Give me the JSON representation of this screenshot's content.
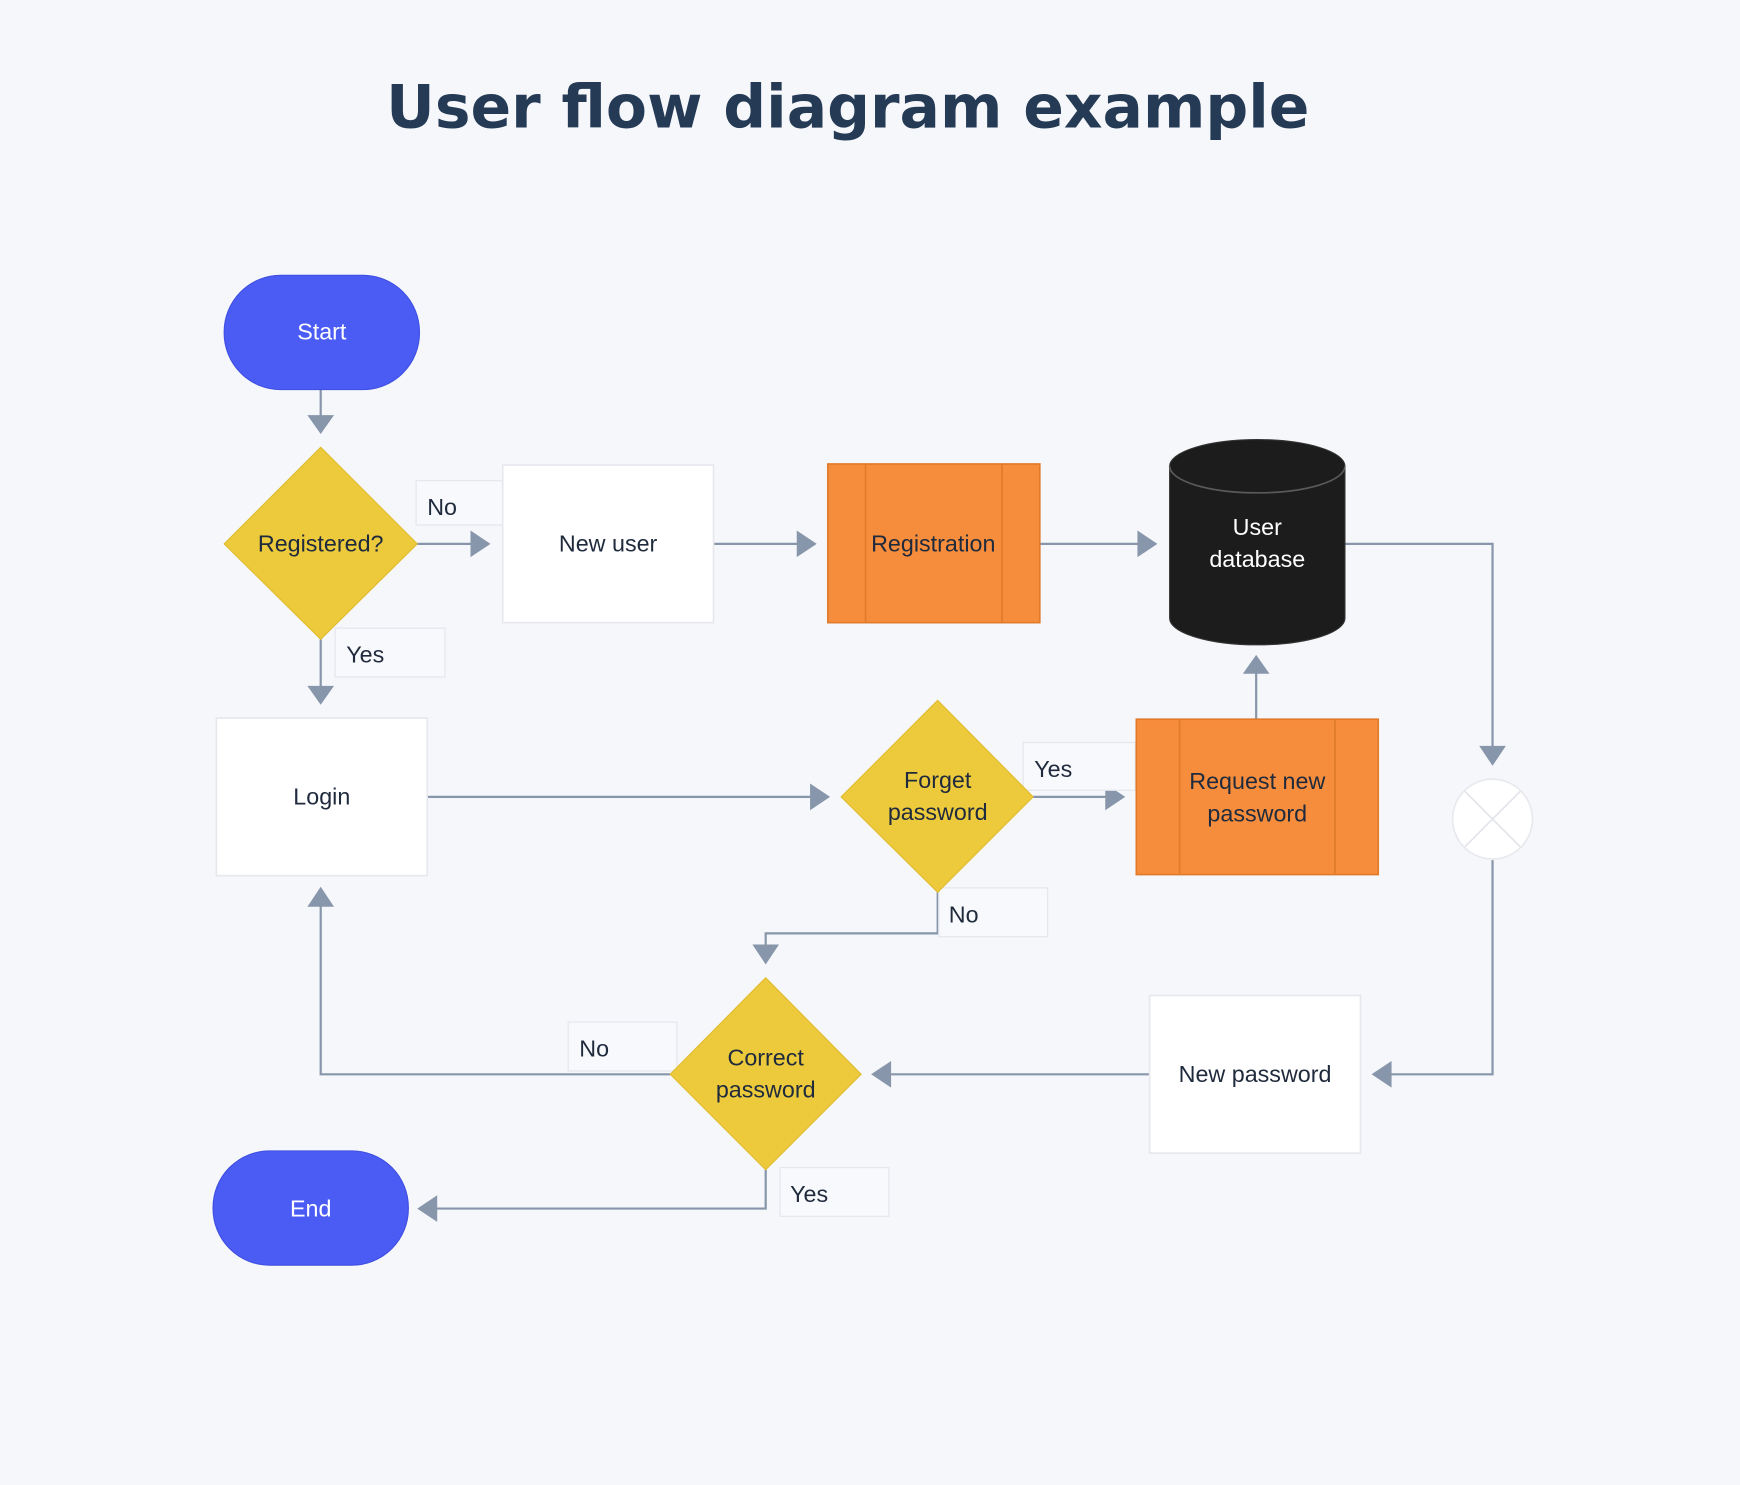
{
  "title": "User flow diagram example",
  "colors": {
    "background": "#f6f7fb",
    "terminal": "#4b5cf5",
    "decision": "#ecca3c",
    "process": "#f68d3c",
    "database": "#1c1c1c",
    "connector": "#8796aa",
    "title": "#243a55"
  },
  "nodes": {
    "start": {
      "label": "Start",
      "shape": "terminal"
    },
    "registered": {
      "label": "Registered?",
      "shape": "decision"
    },
    "new_user": {
      "label": "New user",
      "shape": "page"
    },
    "registration": {
      "label": "Registration",
      "shape": "subprocess"
    },
    "user_database": {
      "line1": "User",
      "line2": "database",
      "shape": "database"
    },
    "login": {
      "label": "Login",
      "shape": "page"
    },
    "forget_password": {
      "line1": "Forget",
      "line2": "password",
      "shape": "decision"
    },
    "request_new_password": {
      "line1": "Request new",
      "line2": "password",
      "shape": "subprocess"
    },
    "merge": {
      "label": "",
      "shape": "junction"
    },
    "new_password": {
      "label": "New password",
      "shape": "page"
    },
    "correct_password": {
      "line1": "Correct",
      "line2": "password",
      "shape": "decision"
    },
    "end": {
      "label": "End",
      "shape": "terminal"
    }
  },
  "edge_labels": {
    "registered_no": "No",
    "registered_yes": "Yes",
    "forget_yes": "Yes",
    "forget_no": "No",
    "correct_no": "No",
    "correct_yes": "Yes"
  },
  "edges": [
    {
      "from": "start",
      "to": "registered",
      "label": ""
    },
    {
      "from": "registered",
      "to": "new_user",
      "label": "No"
    },
    {
      "from": "registered",
      "to": "login",
      "label": "Yes"
    },
    {
      "from": "new_user",
      "to": "registration",
      "label": ""
    },
    {
      "from": "registration",
      "to": "user_database",
      "label": ""
    },
    {
      "from": "user_database",
      "to": "merge",
      "label": ""
    },
    {
      "from": "login",
      "to": "forget_password",
      "label": ""
    },
    {
      "from": "forget_password",
      "to": "request_new_password",
      "label": "Yes"
    },
    {
      "from": "forget_password",
      "to": "correct_password",
      "label": "No"
    },
    {
      "from": "request_new_password",
      "to": "user_database",
      "label": ""
    },
    {
      "from": "merge",
      "to": "new_password",
      "label": ""
    },
    {
      "from": "new_password",
      "to": "correct_password",
      "label": ""
    },
    {
      "from": "correct_password",
      "to": "login",
      "label": "No"
    },
    {
      "from": "correct_password",
      "to": "end",
      "label": "Yes"
    }
  ]
}
